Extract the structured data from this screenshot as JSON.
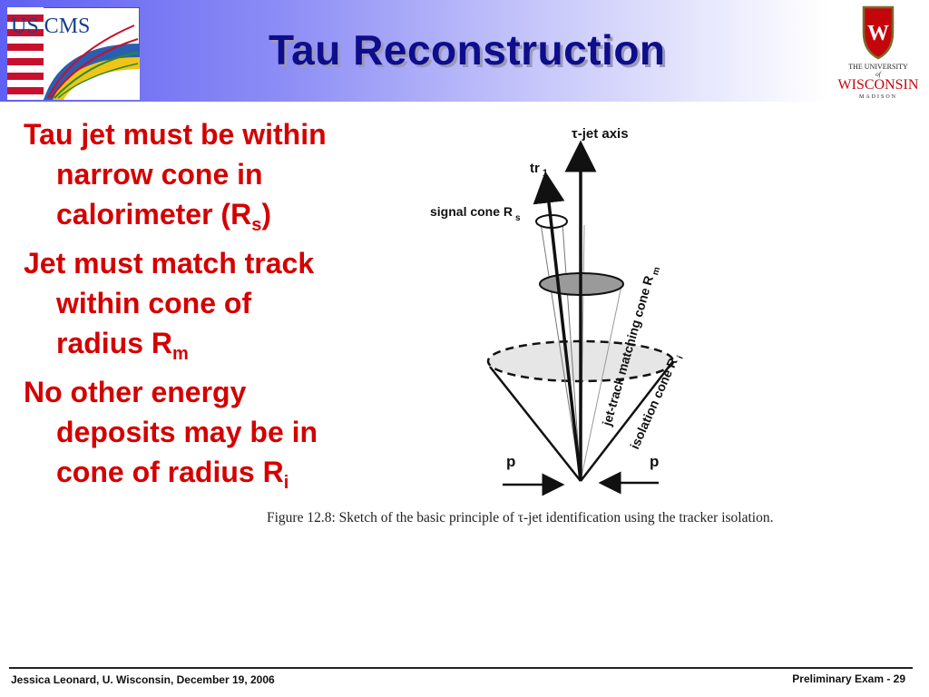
{
  "header": {
    "title": "Tau Reconstruction"
  },
  "logos": {
    "us_cms": "US CMS",
    "uw_top": "THE UNIVERSITY",
    "uw_of": "of",
    "uw_name": "WISCONSIN",
    "uw_sub": "MADISON"
  },
  "bullets": [
    {
      "line1": "Tau jet must be within",
      "line2": "narrow cone in",
      "line3": "calorimeter (R",
      "sub": "s",
      "tail": ")"
    },
    {
      "line1": "Jet must match track",
      "line2": "within cone of",
      "line3": "radius R",
      "sub": "m",
      "tail": ""
    },
    {
      "line1": "No other energy",
      "line2": "deposits may be in",
      "line3": "cone of radius R",
      "sub": "i",
      "tail": ""
    }
  ],
  "figure": {
    "tau_axis": "τ-jet axis",
    "track": "tr",
    "track_sub": "1",
    "signal_cone": "signal cone R",
    "signal_sub": "s",
    "matching_cone": "jet-track matching cone R",
    "matching_sub": "m",
    "isolation_cone": "isolation cone R",
    "isolation_sub": "i",
    "p_left": "p",
    "p_right": "p",
    "caption": "Figure 12.8: Sketch of the basic principle of τ-jet identification using the tracker isolation."
  },
  "footer": {
    "left": "Jessica Leonard, U. Wisconsin, December 19, 2006",
    "right": "Preliminary Exam -  29"
  },
  "colors": {
    "title": "#0e0e8c",
    "bullet": "#d40000",
    "uw_red": "#c5050c"
  }
}
